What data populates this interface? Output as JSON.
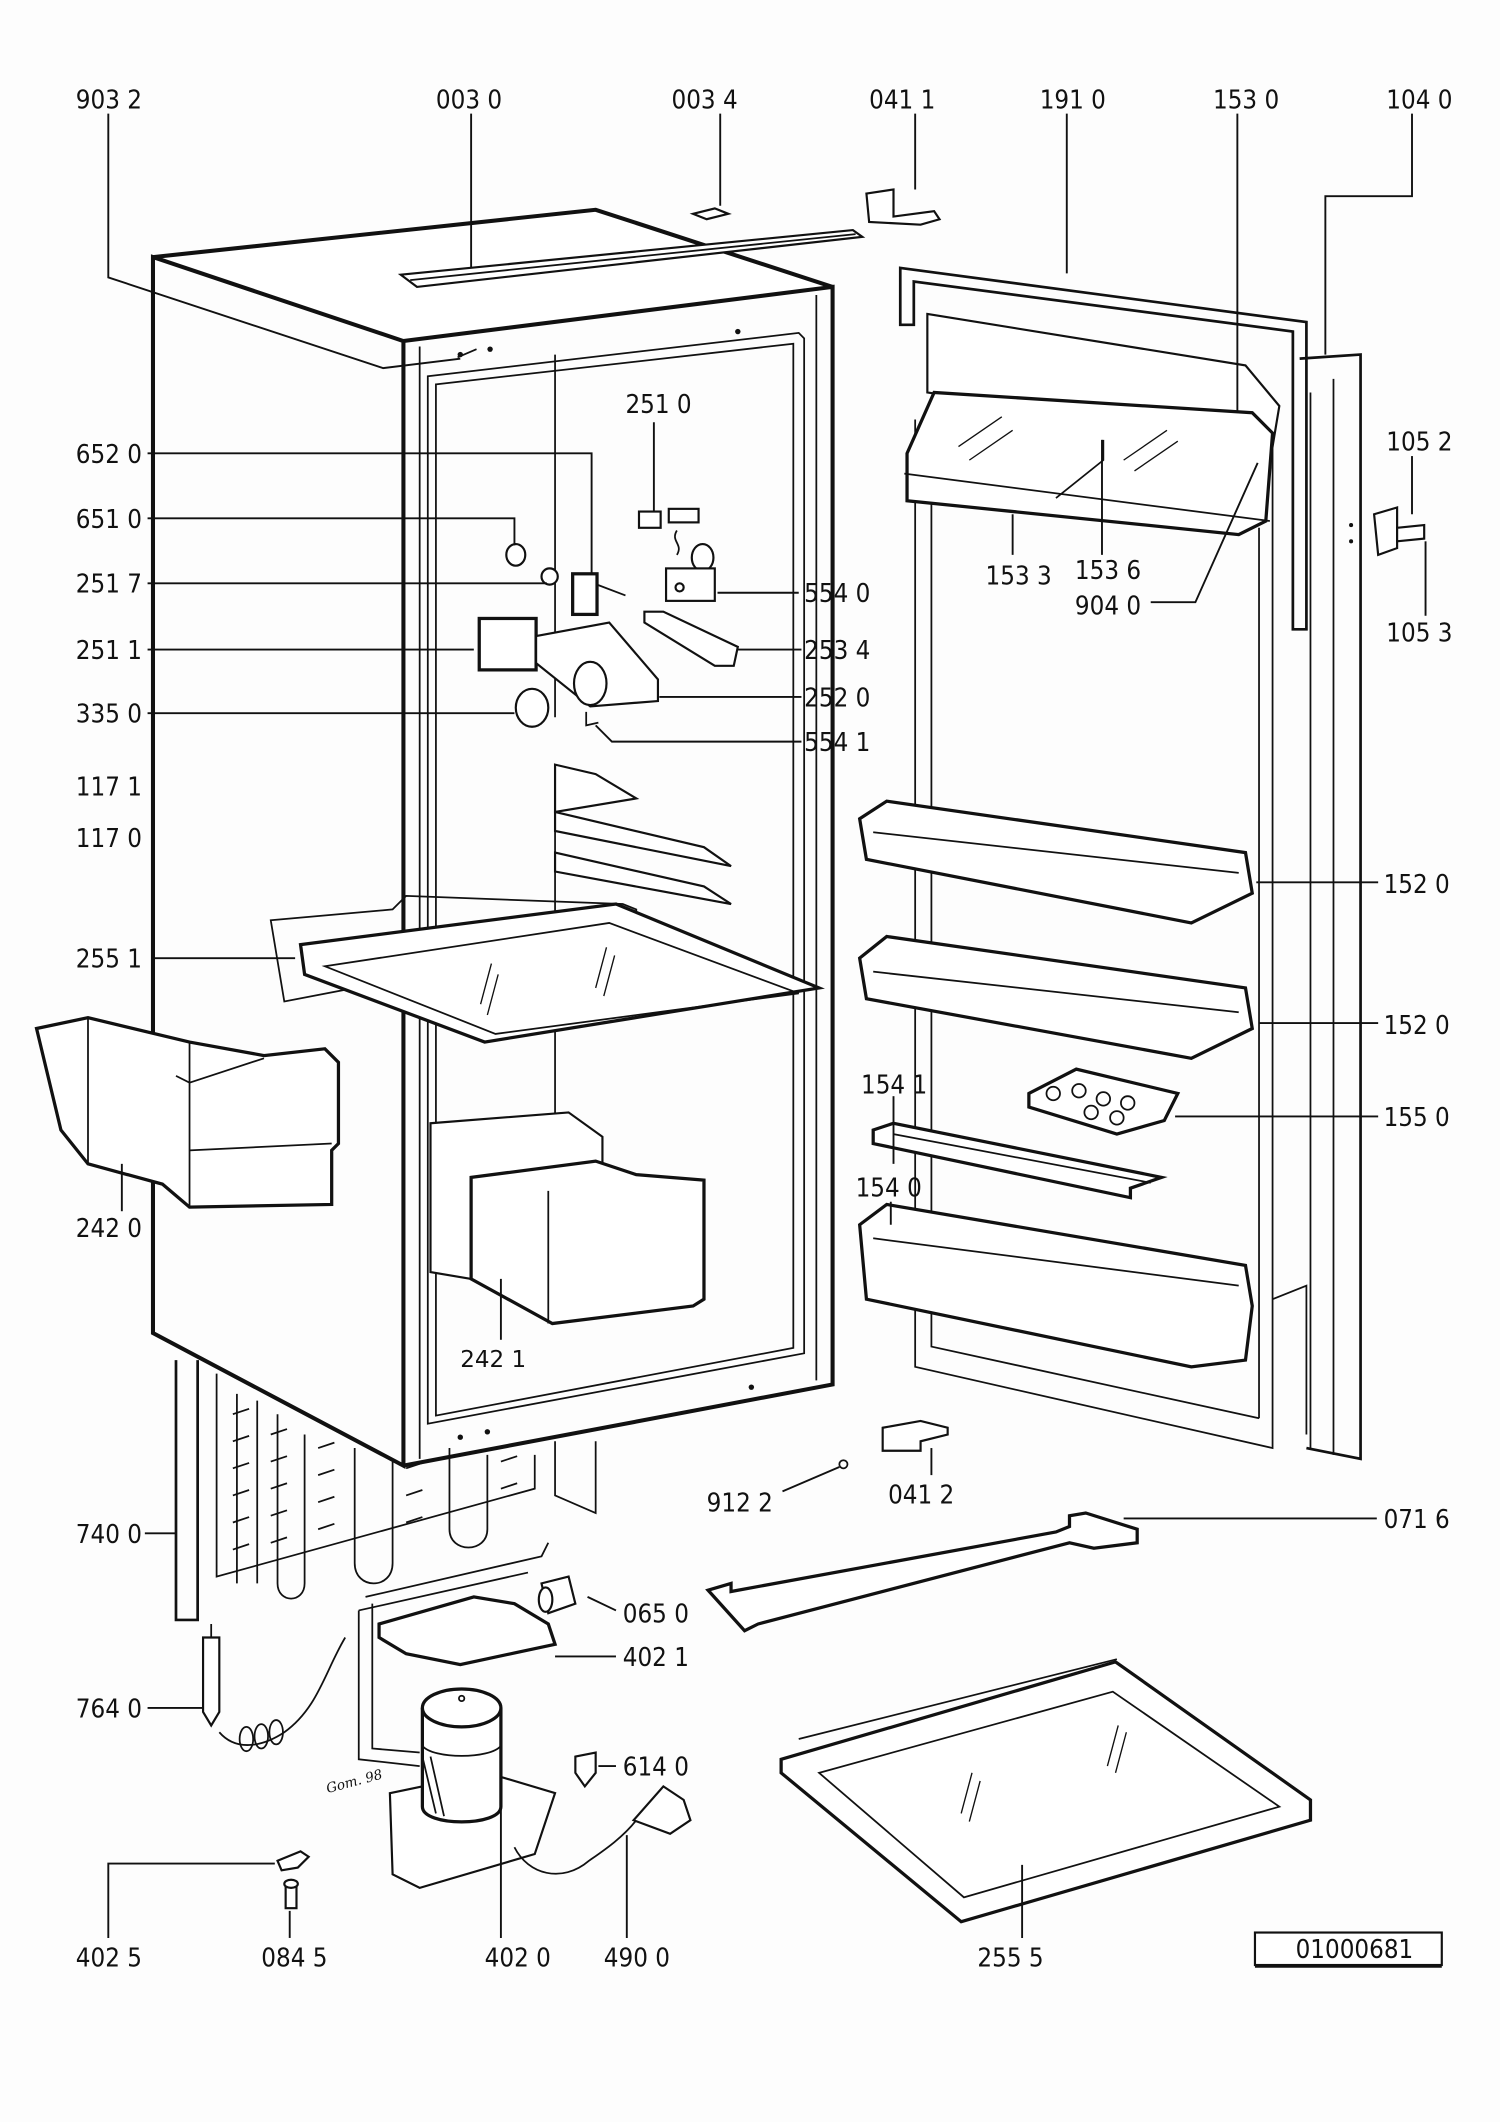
{
  "diagram": {
    "title": "Refrigerator exploded parts diagram",
    "document_number": "01000681",
    "signature": "Gom. 98",
    "labels": {
      "l9032": "903 2",
      "l0030": "003 0",
      "l0034": "003 4",
      "l0411": "041 1",
      "l1910": "191 0",
      "l1530": "153 0",
      "l1040": "104 0",
      "l2510": "251 0",
      "l6520": "652 0",
      "l6510": "651 0",
      "l2517": "251 7",
      "l2511": "251 1",
      "l3350": "335 0",
      "l1171": "117 1",
      "l1170": "117 0",
      "l5540": "554 0",
      "l2534": "253 4",
      "l2520": "252 0",
      "l5541": "554 1",
      "l1533": "153 3",
      "l1536": "153 6",
      "l9040": "904 0",
      "l1052": "105 2",
      "l1053": "105 3",
      "l1520a": "152 0",
      "l1520b": "152 0",
      "l2551": "255 1",
      "l2420": "242 0",
      "l2421": "242 1",
      "l1541": "154 1",
      "l1540": "154 0",
      "l1550": "155 0",
      "l9122": "912 2",
      "l0412": "041 2",
      "l0716": "071 6",
      "l7400": "740 0",
      "l0650": "065 0",
      "l4021": "402 1",
      "l7640": "764 0",
      "l6140": "614 0",
      "l4025": "402 5",
      "l0845": "084 5",
      "l4020": "402 0",
      "l4900": "490 0",
      "l2555": "255 5"
    }
  }
}
